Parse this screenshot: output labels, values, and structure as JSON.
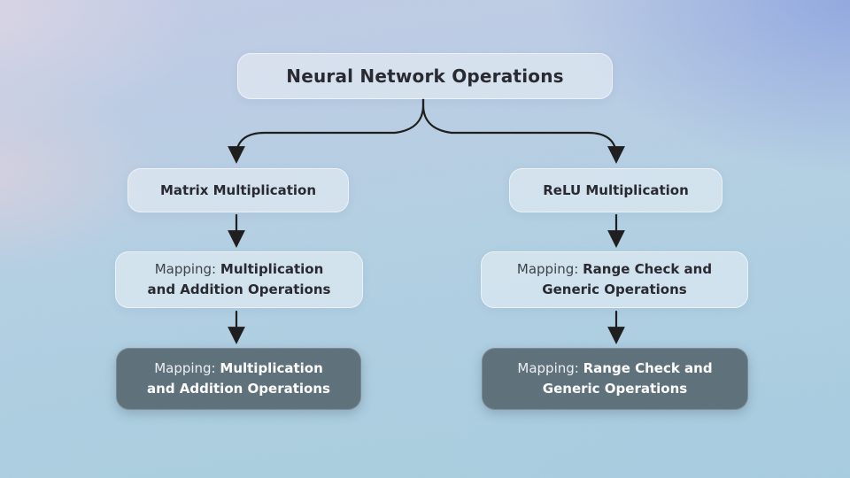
{
  "colors": {
    "background_top_left": "#d8d5e6",
    "background_top_right": "#8fa7e0",
    "background_bottom": "#a8cde0",
    "node_light_fill": "rgba(255,255,255,0.42)",
    "node_dark_fill": "#5d707a",
    "connector_stroke": "#1b1b1b",
    "text_dark": "#26262e",
    "text_on_dark": "#ffffff"
  },
  "diagram": {
    "title": "Neural Network Operations",
    "branches": [
      {
        "header": "Matrix Multiplication",
        "light_box": {
          "lines": [
            {
              "prefix": "Mapping: ",
              "bold": "Multiplication"
            },
            {
              "prefix": "",
              "bold": "and Addition Operations"
            }
          ]
        },
        "dark_box": {
          "lines": [
            {
              "prefix": "Mapping: ",
              "bold": "Multiplication"
            },
            {
              "prefix": "",
              "bold": "and Addition Operations"
            }
          ]
        }
      },
      {
        "header": "ReLU Multiplication",
        "light_box": {
          "lines": [
            {
              "prefix": "Mapping: ",
              "bold": "Range Check and"
            },
            {
              "prefix": "",
              "bold": "Generic Operations"
            }
          ]
        },
        "dark_box": {
          "lines": [
            {
              "prefix": "Mapping: ",
              "bold": "Range Check and"
            },
            {
              "prefix": "",
              "bold": "Generic Operations"
            }
          ]
        }
      }
    ]
  }
}
